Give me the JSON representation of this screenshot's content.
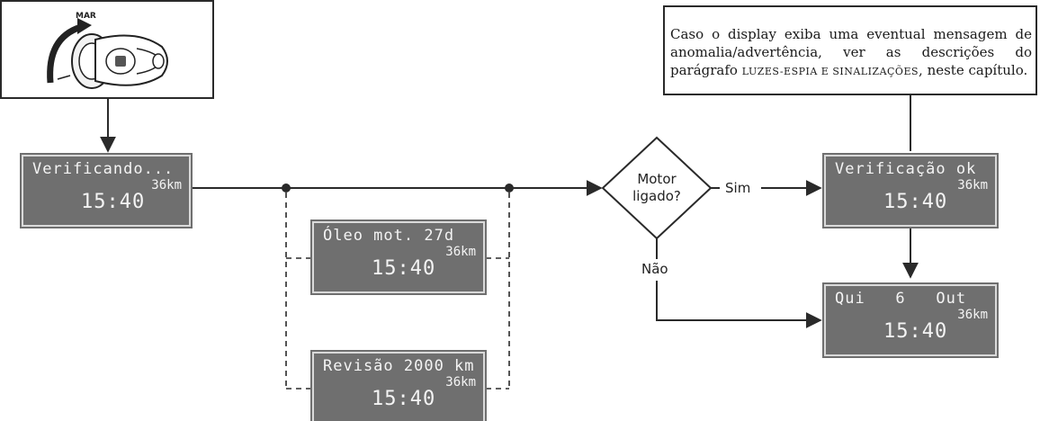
{
  "ignition": {
    "position_label": "MAR"
  },
  "displays": {
    "check": {
      "line1": "Verificando...",
      "km": "36km",
      "time": "15:40"
    },
    "oil": {
      "line1": "Óleo mot. 27d",
      "km": "36km",
      "time": "15:40"
    },
    "service": {
      "line1": "Revisão 2000 km",
      "km": "36km",
      "time": "15:40"
    },
    "ok": {
      "line1": "Verificação ok",
      "km": "36km",
      "time": "15:40"
    },
    "date": {
      "line1": "Qui   6   Out",
      "km": "36km",
      "time": "15:40"
    }
  },
  "decision": {
    "line1": "Motor",
    "line2": "ligado?"
  },
  "branches": {
    "yes": "Sim",
    "no": "Não"
  },
  "note": {
    "text_a": "Caso o display exiba uma eventual mensagem de anomalia/advertência, ver as descrições do parágrafo",
    "smallcaps": "luzes-espia e sinalizações",
    "text_b": ", neste capítulo."
  },
  "colors": {
    "lcd_background": "#6f6f6f",
    "lcd_text": "#f4f4f4",
    "lines": "#2a2a2a"
  }
}
